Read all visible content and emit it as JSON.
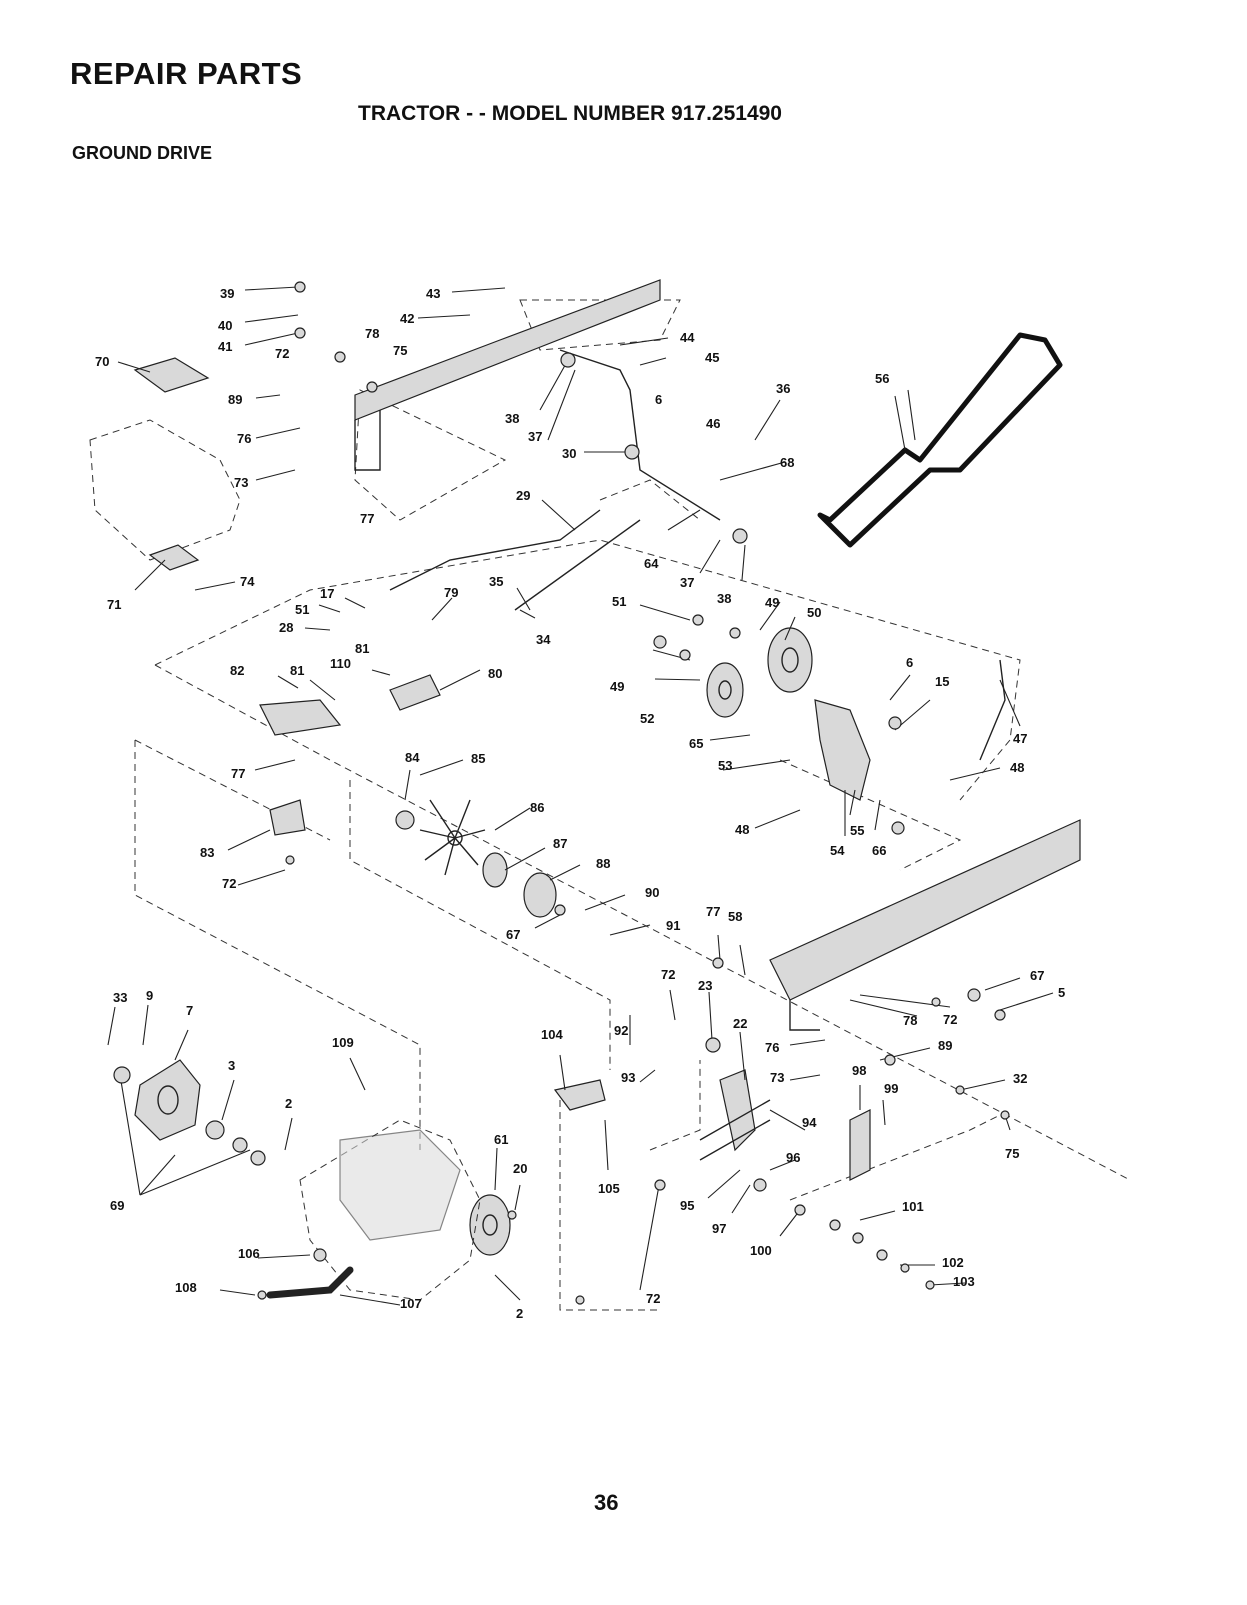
{
  "header": {
    "title": "REPAIR PARTS",
    "subtitle": "TRACTOR - - MODEL NUMBER 917.251490",
    "section": "GROUND DRIVE"
  },
  "page_number": "36",
  "callouts": [
    "39",
    "40",
    "41",
    "43",
    "42",
    "78",
    "75",
    "72",
    "44",
    "45",
    "70",
    "89",
    "76",
    "73",
    "77",
    "38",
    "37",
    "6",
    "36",
    "46",
    "56",
    "30",
    "68",
    "29",
    "64",
    "37",
    "38",
    "71",
    "74",
    "17",
    "51",
    "28",
    "79",
    "35",
    "34",
    "51",
    "49",
    "50",
    "81",
    "110",
    "82",
    "81",
    "80",
    "49",
    "52",
    "6",
    "15",
    "65",
    "47",
    "53",
    "48",
    "48",
    "55",
    "54",
    "66",
    "77",
    "84",
    "85",
    "86",
    "83",
    "87",
    "72",
    "88",
    "90",
    "67",
    "91",
    "77",
    "58",
    "72",
    "23",
    "67",
    "5",
    "33",
    "9",
    "7",
    "109",
    "104",
    "92",
    "22",
    "78",
    "72",
    "76",
    "89",
    "3",
    "93",
    "73",
    "98",
    "32",
    "99",
    "2",
    "61",
    "94",
    "20",
    "96",
    "75",
    "105",
    "95",
    "101",
    "97",
    "100",
    "106",
    "102",
    "108",
    "107",
    "103",
    "2",
    "72",
    "69"
  ]
}
